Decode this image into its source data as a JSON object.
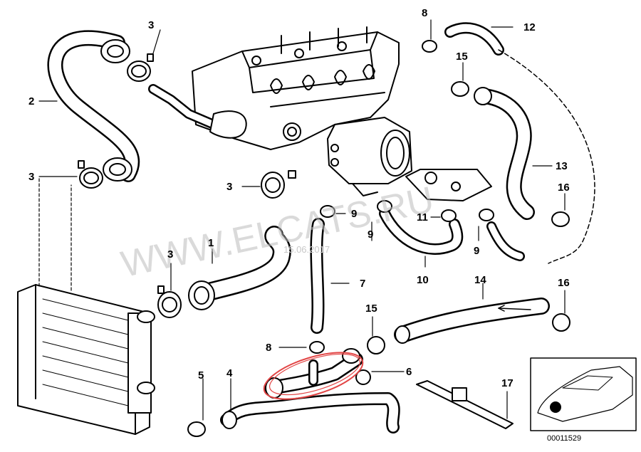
{
  "diagram": {
    "labels": [
      {
        "id": "label-2",
        "text": "2"
      },
      {
        "id": "label-3a",
        "text": "3"
      },
      {
        "id": "label-3b",
        "text": "3"
      },
      {
        "id": "label-3c",
        "text": "3"
      },
      {
        "id": "label-3d",
        "text": "3"
      },
      {
        "id": "label-1",
        "text": "1"
      },
      {
        "id": "label-8a",
        "text": "8"
      },
      {
        "id": "label-12",
        "text": "12"
      },
      {
        "id": "label-15a",
        "text": "15"
      },
      {
        "id": "label-13",
        "text": "13"
      },
      {
        "id": "label-16a",
        "text": "16"
      },
      {
        "id": "label-9a",
        "text": "9"
      },
      {
        "id": "label-9b",
        "text": "9"
      },
      {
        "id": "label-9c",
        "text": "9"
      },
      {
        "id": "label-11",
        "text": "11"
      },
      {
        "id": "label-10",
        "text": "10"
      },
      {
        "id": "label-7",
        "text": "7"
      },
      {
        "id": "label-14",
        "text": "14"
      },
      {
        "id": "label-16b",
        "text": "16"
      },
      {
        "id": "label-15b",
        "text": "15"
      },
      {
        "id": "label-8b",
        "text": "8"
      },
      {
        "id": "label-6",
        "text": "6"
      },
      {
        "id": "label-5",
        "text": "5"
      },
      {
        "id": "label-4",
        "text": "4"
      },
      {
        "id": "label-17",
        "text": "17"
      }
    ],
    "watermark": "WWW.ELCATS.RU",
    "watermark_date": "15.06.2017",
    "doc_id": "00011529"
  }
}
